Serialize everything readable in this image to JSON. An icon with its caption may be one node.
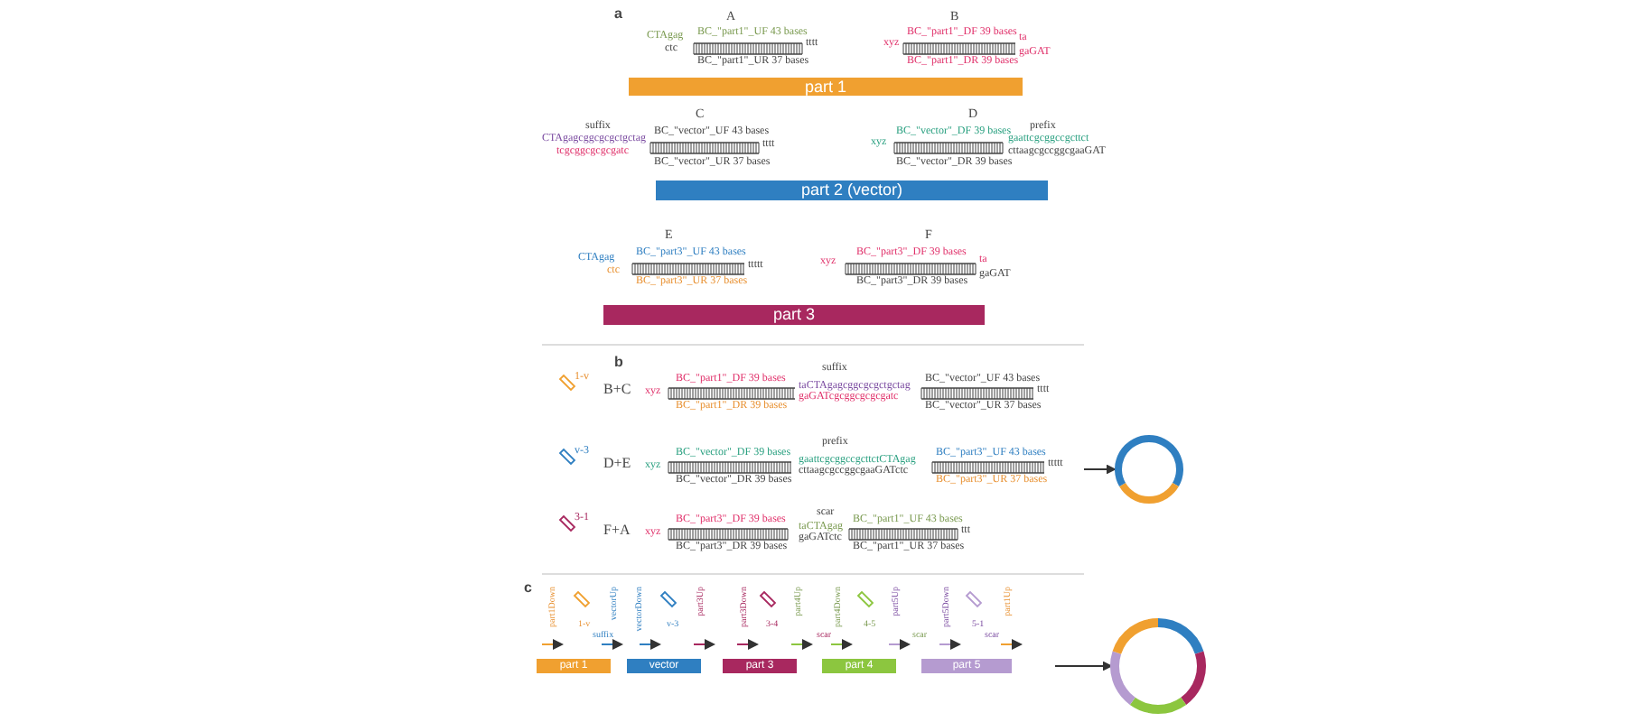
{
  "diagram": {
    "nodes": [
      {
        "text": [
          "part 1"
        ]
      },
      {
        "text": [
          "part 2 (vector)"
        ]
      },
      {
        "text": [
          "part 3"
        ]
      },
      {
        "text": [],
        "shape": "circle"
      },
      {
        "text": [
          "part 1"
        ]
      },
      {
        "text": [
          "vector"
        ]
      },
      {
        "text": [
          "part 3"
        ]
      },
      {
        "text": [
          "part 4"
        ]
      },
      {
        "text": [
          "part 5"
        ]
      },
      {
        "text": [],
        "shape": "circle"
      }
    ],
    "edges": [
      {
        "from": null,
        "to": 3,
        "arrow": "to"
      },
      {
        "from": null,
        "to": 9,
        "arrow": "to"
      }
    ],
    "labels": [
      "a",
      "A",
      "B",
      "CTAgag",
      "ctc",
      "BC_\"part1\"_UF 43 bases",
      "tttt",
      "BC_\"part1\"_UR 37 bases",
      "xyz",
      "BC_\"part1\"_DF 39 bases",
      "ta",
      "gaGAT",
      "BC_\"part1\"_DR 39 bases",
      "C",
      "suffix",
      "CTAgagcggcgcgctgctag",
      "tcgcggcgcgcgatc",
      "BC_\"vector\"_UF 43 bases",
      "tttt",
      "BC_\"vector\"_UR 37 bases",
      "D",
      "xyz",
      "BC_\"vector\"_DF 39 bases",
      "prefix",
      "gaattcgcggccgcttct",
      "cttaagcgccggcgaaGAT",
      "BC_\"vector\"_DR 39 bases",
      "E",
      "CTAgag",
      "ctc",
      "BC_\"part3\"_UF 43 bases",
      "ttttt",
      "BC_\"part3\"_UR 37 bases",
      "F",
      "xyz",
      "BC_\"part3\"_DF 39 bases",
      "ta",
      "gaGAT",
      "BC_\"part3\"_DR 39 bases",
      "b",
      "1-v",
      "B+C",
      "xyz",
      "BC_\"part1\"_DF 39 bases",
      "BC_\"part1\"_DR 39 bases",
      "suffix",
      "taCTAgagcggcgcgctgctag",
      "gaGATcgcggcgcgcgatc",
      "BC_\"vector\"_UF 43 bases",
      "tttt",
      "BC_\"vector\"_UR 37 bases",
      "v-3",
      "D+E",
      "xyz",
      "BC_\"vector\"_DF 39 bases",
      "BC_\"vector\"_DR 39 bases",
      "prefix",
      "gaattcgcggccgcttctCTAgag",
      "cttaagcgccggcgaaGATctc",
      "BC_\"part3\"_UF 43 bases",
      "ttttt",
      "BC_\"part3\"_UR 37 bases",
      "3-1",
      "F+A",
      "xyz",
      "BC_\"part3\"_DF 39 bases",
      "BC_\"part3\"_DR 39 bases",
      "scar",
      "taCTAgag",
      "gaGATctc",
      "BC_\"part1\"_UF 43 bases",
      "ttt",
      "BC_\"part1\"_UR 37 bases",
      "c",
      "part1Down",
      "1-v",
      "vectorUp",
      "vectorDown",
      "v-3",
      "part3Up",
      "part3Down",
      "3-4",
      "part4Up",
      "part4Down",
      "4-5",
      "part5Up",
      "part5Down",
      "5-1",
      "part1Up",
      "suffix",
      "scar",
      "scar",
      "scar"
    ]
  }
}
